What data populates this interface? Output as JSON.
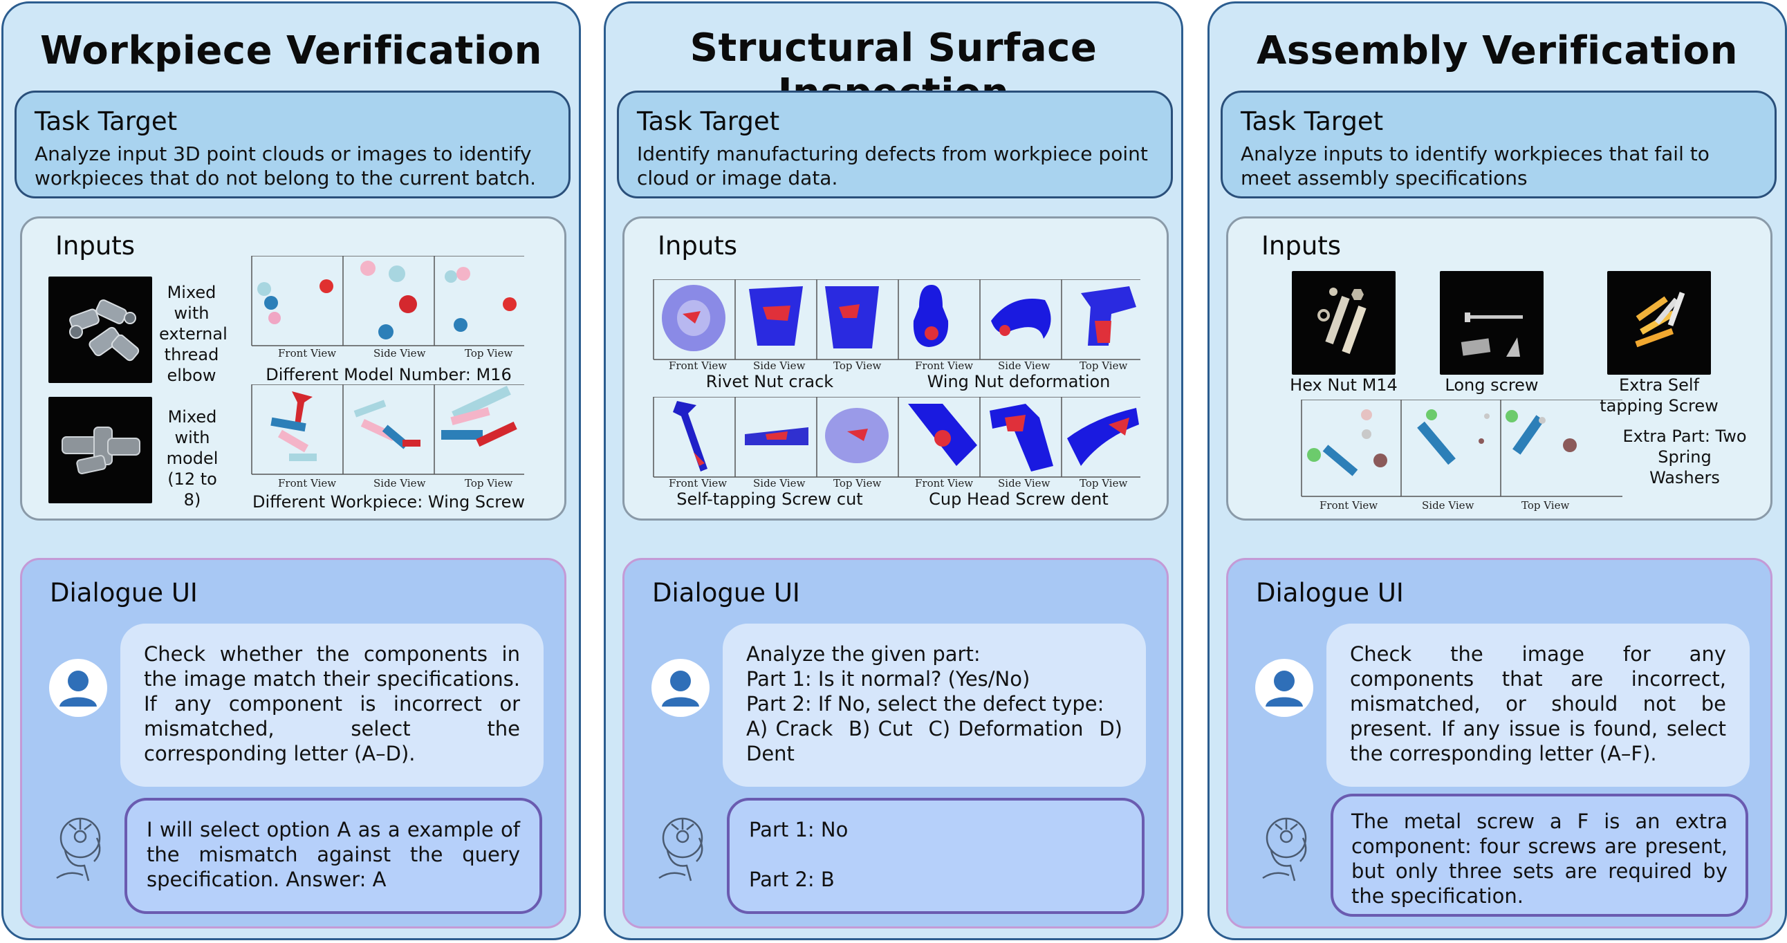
{
  "panels": [
    {
      "title": "Workpiece Verification",
      "task_title": "Task Target",
      "task_text": "Analyze input 3D point clouds or images to identify workpieces that do not belong to the current batch.",
      "inputs_title": "Inputs",
      "photo_labels": [
        "Mixed with external thread elbow",
        "Mixed with model (12 to 8)"
      ],
      "view_labels": [
        "Front View",
        "Side View",
        "Top View"
      ],
      "captions": [
        "Different Model Number: M16",
        "Different Workpiece: Wing Screw"
      ],
      "dialogue_title": "Dialogue UI",
      "user_msg": "Check whether the components in the image match their specifications. If any component is incorrect or mismatched, select the corresponding letter (A–D).",
      "ai_msg": "I will select option A as a example of the mismatch against the query specification. Answer: A"
    },
    {
      "title": "Structural Surface Inspection",
      "task_title": "Task Target",
      "task_text": "Identify manufacturing defects from workpiece point cloud or image data.",
      "inputs_title": "Inputs",
      "view_labels": [
        "Front View",
        "Side View",
        "Top View"
      ],
      "captions": [
        "Rivet Nut crack",
        "Wing Nut deformation",
        "Self-tapping Screw cut",
        "Cup Head Screw dent"
      ],
      "dialogue_title": "Dialogue UI",
      "user_lines": [
        "Analyze the given part:",
        "Part 1: Is it normal? (Yes/No)",
        "Part 2: If No, select the defect type:",
        "A) Crack  B) Cut  C) Deformation  D) Dent"
      ],
      "ai_lines": [
        "Part 1: No",
        "Part 2: B"
      ]
    },
    {
      "title": "Assembly Verification",
      "task_title": "Task Target",
      "task_text": "Analyze inputs to identify workpieces that fail to meet assembly specifications",
      "inputs_title": "Inputs",
      "photo_labels": [
        "Hex Nut M14",
        "Long screw",
        "Extra Self tapping Screw"
      ],
      "extra_part": "Extra Part: Two Spring Washers",
      "view_labels": [
        "Front View",
        "Side View",
        "Top View"
      ],
      "dialogue_title": "Dialogue UI",
      "user_msg": "Check the image for any components that are incorrect, mismatched, or should not be present. If any issue is found, select the corresponding letter (A–F).",
      "ai_msg": "The metal screw a F is an extra component: four screws are present, but only three sets are required by the specification."
    }
  ],
  "colors": {
    "panel_bg": "#cfe7f7",
    "panel_border": "#2c5d8f",
    "task_bg": "#a9d3ef",
    "dialog_bg": "#a8c8f4",
    "user_bubble": "#d6e6fb",
    "ai_bubble": "#b6d0fa",
    "ai_border": "#6a5bb0"
  }
}
